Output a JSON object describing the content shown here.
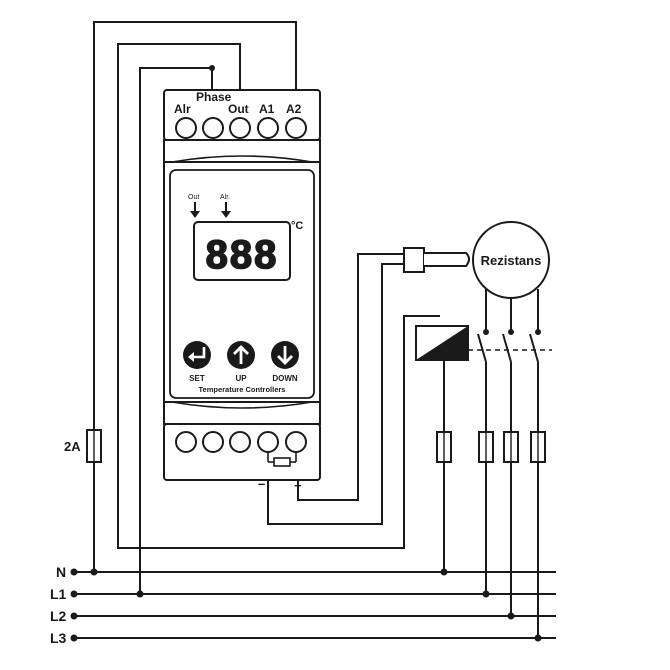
{
  "terminals": {
    "phase": "Phase",
    "alr": "Alr",
    "out": "Out",
    "a1": "A1",
    "a2": "A2"
  },
  "display": {
    "digits": "888",
    "unit": "°C",
    "out_indicator": "Out",
    "alr_indicator": "Alr."
  },
  "buttons": {
    "set": "SET",
    "up": "UP",
    "down": "DOWN"
  },
  "device_label": "Temperature Controllers",
  "sensor_polarity": {
    "minus": "–",
    "plus": "+"
  },
  "fuse_label": "2A",
  "load_label": "Rezistans",
  "lines": [
    "N",
    "L1",
    "L2",
    "L3"
  ],
  "colors": {
    "ink": "#1a1a1a",
    "panel_fill": "#ffffff"
  }
}
